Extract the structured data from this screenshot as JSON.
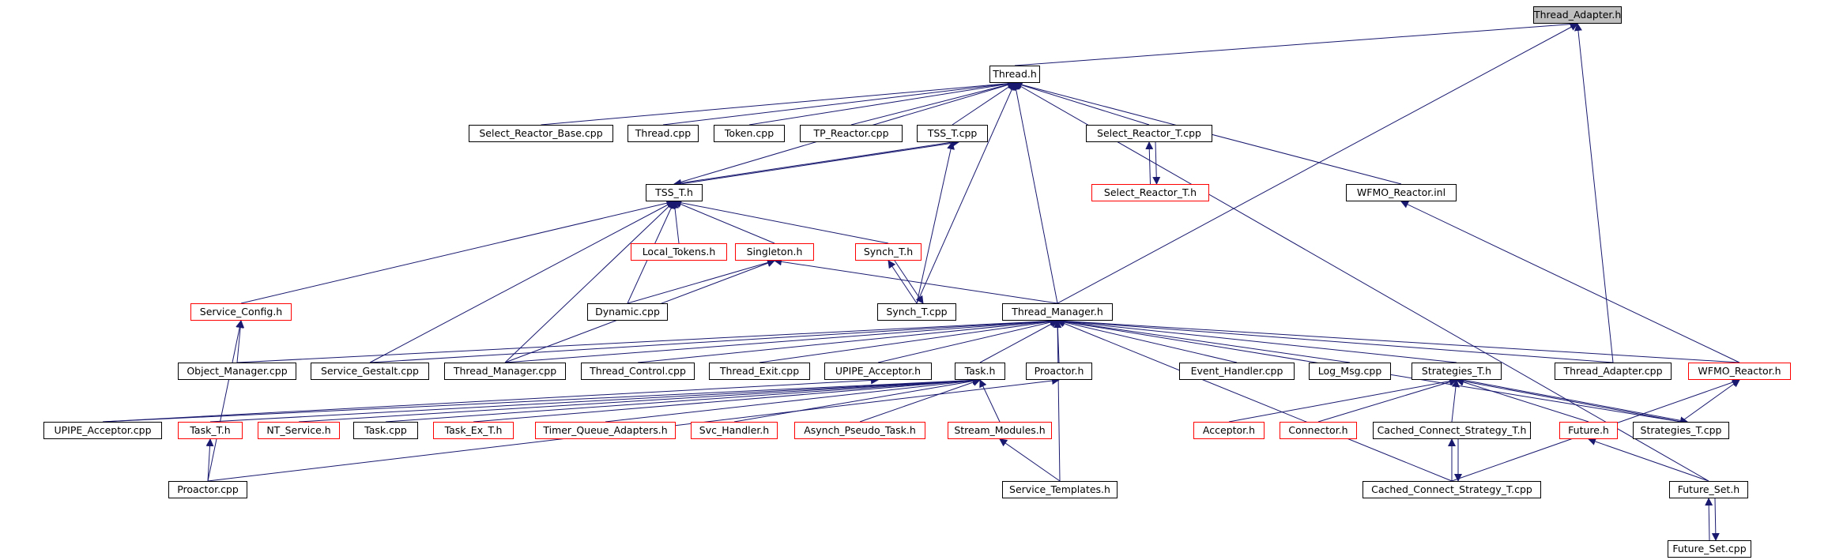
{
  "graph": {
    "edge_color": "#191970",
    "partial_border_color": "#ff0000",
    "focus_fill": "#bfbfbf",
    "nodes": {
      "thread_adapter_h": {
        "label": "Thread_Adapter.h",
        "style": "focus"
      },
      "thread_h": {
        "label": "Thread.h",
        "style": "normal"
      },
      "select_reactor_base_cpp": {
        "label": "Select_Reactor_Base.cpp",
        "style": "normal"
      },
      "thread_cpp": {
        "label": "Thread.cpp",
        "style": "normal"
      },
      "token_cpp": {
        "label": "Token.cpp",
        "style": "normal"
      },
      "tp_reactor_cpp": {
        "label": "TP_Reactor.cpp",
        "style": "normal"
      },
      "tss_t_cpp": {
        "label": "TSS_T.cpp",
        "style": "normal"
      },
      "select_reactor_t_cpp": {
        "label": "Select_Reactor_T.cpp",
        "style": "normal"
      },
      "select_reactor_t_h": {
        "label": "Select_Reactor_T.h",
        "style": "partial"
      },
      "wfmo_reactor_inl": {
        "label": "WFMO_Reactor.inl",
        "style": "normal"
      },
      "tss_t_h": {
        "label": "TSS_T.h",
        "style": "normal"
      },
      "local_tokens_h": {
        "label": "Local_Tokens.h",
        "style": "partial"
      },
      "singleton_h": {
        "label": "Singleton.h",
        "style": "partial"
      },
      "synch_t_h": {
        "label": "Synch_T.h",
        "style": "partial"
      },
      "service_config_h": {
        "label": "Service_Config.h",
        "style": "partial"
      },
      "dynamic_cpp": {
        "label": "Dynamic.cpp",
        "style": "normal"
      },
      "synch_t_cpp": {
        "label": "Synch_T.cpp",
        "style": "normal"
      },
      "thread_manager_h": {
        "label": "Thread_Manager.h",
        "style": "normal"
      },
      "object_manager_cpp": {
        "label": "Object_Manager.cpp",
        "style": "normal"
      },
      "service_gestalt_cpp": {
        "label": "Service_Gestalt.cpp",
        "style": "normal"
      },
      "thread_manager_cpp": {
        "label": "Thread_Manager.cpp",
        "style": "normal"
      },
      "thread_control_cpp": {
        "label": "Thread_Control.cpp",
        "style": "normal"
      },
      "thread_exit_cpp": {
        "label": "Thread_Exit.cpp",
        "style": "normal"
      },
      "upipe_acceptor_h": {
        "label": "UPIPE_Acceptor.h",
        "style": "normal"
      },
      "task_h": {
        "label": "Task.h",
        "style": "normal"
      },
      "proactor_h": {
        "label": "Proactor.h",
        "style": "normal"
      },
      "event_handler_cpp": {
        "label": "Event_Handler.cpp",
        "style": "normal"
      },
      "log_msg_cpp": {
        "label": "Log_Msg.cpp",
        "style": "normal"
      },
      "strategies_t_h": {
        "label": "Strategies_T.h",
        "style": "normal"
      },
      "thread_adapter_cpp": {
        "label": "Thread_Adapter.cpp",
        "style": "normal"
      },
      "wfmo_reactor_h": {
        "label": "WFMO_Reactor.h",
        "style": "partial"
      },
      "upipe_acceptor_cpp": {
        "label": "UPIPE_Acceptor.cpp",
        "style": "normal"
      },
      "task_t_h": {
        "label": "Task_T.h",
        "style": "partial"
      },
      "nt_service_h": {
        "label": "NT_Service.h",
        "style": "partial"
      },
      "task_cpp": {
        "label": "Task.cpp",
        "style": "normal"
      },
      "task_ex_t_h": {
        "label": "Task_Ex_T.h",
        "style": "partial"
      },
      "timer_queue_adapters_h": {
        "label": "Timer_Queue_Adapters.h",
        "style": "partial"
      },
      "svc_handler_h": {
        "label": "Svc_Handler.h",
        "style": "partial"
      },
      "asynch_pseudo_task_h": {
        "label": "Asynch_Pseudo_Task.h",
        "style": "partial"
      },
      "stream_modules_h": {
        "label": "Stream_Modules.h",
        "style": "partial"
      },
      "acceptor_h": {
        "label": "Acceptor.h",
        "style": "partial"
      },
      "connector_h": {
        "label": "Connector.h",
        "style": "partial"
      },
      "cached_connect_strategy_t_h": {
        "label": "Cached_Connect_Strategy_T.h",
        "style": "normal"
      },
      "future_h": {
        "label": "Future.h",
        "style": "partial"
      },
      "strategies_t_cpp": {
        "label": "Strategies_T.cpp",
        "style": "normal"
      },
      "proactor_cpp": {
        "label": "Proactor.cpp",
        "style": "normal"
      },
      "service_templates_h": {
        "label": "Service_Templates.h",
        "style": "normal"
      },
      "cached_connect_strategy_t_cpp": {
        "label": "Cached_Connect_Strategy_T.cpp",
        "style": "normal"
      },
      "future_set_h": {
        "label": "Future_Set.h",
        "style": "normal"
      },
      "future_set_cpp": {
        "label": "Future_Set.cpp",
        "style": "normal"
      }
    },
    "edges": [
      {
        "from": "thread_h",
        "to": "thread_adapter_h"
      },
      {
        "from": "thread_manager_h",
        "to": "thread_adapter_h"
      },
      {
        "from": "thread_adapter_cpp",
        "to": "thread_adapter_h"
      },
      {
        "from": "select_reactor_base_cpp",
        "to": "thread_h"
      },
      {
        "from": "thread_cpp",
        "to": "thread_h"
      },
      {
        "from": "token_cpp",
        "to": "thread_h"
      },
      {
        "from": "tp_reactor_cpp",
        "to": "thread_h"
      },
      {
        "from": "tss_t_cpp",
        "to": "thread_h"
      },
      {
        "from": "tss_t_h",
        "to": "thread_h"
      },
      {
        "from": "synch_t_cpp",
        "to": "thread_h"
      },
      {
        "from": "thread_manager_h",
        "to": "thread_h"
      },
      {
        "from": "select_reactor_t_cpp",
        "to": "thread_h"
      },
      {
        "from": "wfmo_reactor_inl",
        "to": "thread_h"
      },
      {
        "from": "future_set_h",
        "to": "thread_h"
      },
      {
        "from": "select_reactor_t_h",
        "to": "select_reactor_t_cpp"
      },
      {
        "from": "select_reactor_t_cpp",
        "to": "select_reactor_t_h"
      },
      {
        "from": "tss_t_cpp",
        "to": "tss_t_h"
      },
      {
        "from": "tss_t_h",
        "to": "tss_t_cpp"
      },
      {
        "from": "synch_t_cpp",
        "to": "tss_t_cpp"
      },
      {
        "from": "local_tokens_h",
        "to": "tss_t_h"
      },
      {
        "from": "singleton_h",
        "to": "tss_t_h"
      },
      {
        "from": "synch_t_h",
        "to": "tss_t_h"
      },
      {
        "from": "service_config_h",
        "to": "tss_t_h"
      },
      {
        "from": "dynamic_cpp",
        "to": "tss_t_h"
      },
      {
        "from": "service_gestalt_cpp",
        "to": "tss_t_h"
      },
      {
        "from": "thread_manager_cpp",
        "to": "tss_t_h"
      },
      {
        "from": "dynamic_cpp",
        "to": "singleton_h"
      },
      {
        "from": "thread_manager_cpp",
        "to": "singleton_h"
      },
      {
        "from": "thread_manager_h",
        "to": "singleton_h"
      },
      {
        "from": "synch_t_cpp",
        "to": "synch_t_h"
      },
      {
        "from": "synch_t_h",
        "to": "synch_t_cpp"
      },
      {
        "from": "object_manager_cpp",
        "to": "service_config_h"
      },
      {
        "from": "proactor_cpp",
        "to": "service_config_h"
      },
      {
        "from": "object_manager_cpp",
        "to": "thread_manager_h"
      },
      {
        "from": "service_gestalt_cpp",
        "to": "thread_manager_h"
      },
      {
        "from": "thread_manager_cpp",
        "to": "thread_manager_h"
      },
      {
        "from": "thread_control_cpp",
        "to": "thread_manager_h"
      },
      {
        "from": "thread_exit_cpp",
        "to": "thread_manager_h"
      },
      {
        "from": "upipe_acceptor_h",
        "to": "thread_manager_h"
      },
      {
        "from": "task_h",
        "to": "thread_manager_h"
      },
      {
        "from": "proactor_h",
        "to": "thread_manager_h"
      },
      {
        "from": "service_templates_h",
        "to": "thread_manager_h"
      },
      {
        "from": "event_handler_cpp",
        "to": "thread_manager_h"
      },
      {
        "from": "log_msg_cpp",
        "to": "thread_manager_h"
      },
      {
        "from": "strategies_t_h",
        "to": "thread_manager_h"
      },
      {
        "from": "strategies_t_cpp",
        "to": "thread_manager_h"
      },
      {
        "from": "thread_adapter_cpp",
        "to": "thread_manager_h"
      },
      {
        "from": "cached_connect_strategy_t_cpp",
        "to": "thread_manager_h"
      },
      {
        "from": "wfmo_reactor_h",
        "to": "thread_manager_h"
      },
      {
        "from": "wfmo_reactor_h",
        "to": "wfmo_reactor_inl"
      },
      {
        "from": "upipe_acceptor_cpp",
        "to": "upipe_acceptor_h"
      },
      {
        "from": "upipe_acceptor_cpp",
        "to": "task_h"
      },
      {
        "from": "task_t_h",
        "to": "task_h"
      },
      {
        "from": "nt_service_h",
        "to": "task_h"
      },
      {
        "from": "task_cpp",
        "to": "task_h"
      },
      {
        "from": "task_ex_t_h",
        "to": "task_h"
      },
      {
        "from": "timer_queue_adapters_h",
        "to": "task_h"
      },
      {
        "from": "svc_handler_h",
        "to": "task_h"
      },
      {
        "from": "asynch_pseudo_task_h",
        "to": "task_h"
      },
      {
        "from": "stream_modules_h",
        "to": "task_h"
      },
      {
        "from": "proactor_cpp",
        "to": "task_t_h"
      },
      {
        "from": "service_templates_h",
        "to": "stream_modules_h"
      },
      {
        "from": "proactor_cpp",
        "to": "proactor_h"
      },
      {
        "from": "acceptor_h",
        "to": "strategies_t_h"
      },
      {
        "from": "connector_h",
        "to": "strategies_t_h"
      },
      {
        "from": "cached_connect_strategy_t_h",
        "to": "strategies_t_h"
      },
      {
        "from": "future_h",
        "to": "strategies_t_h"
      },
      {
        "from": "strategies_t_cpp",
        "to": "strategies_t_h"
      },
      {
        "from": "strategies_t_h",
        "to": "strategies_t_cpp"
      },
      {
        "from": "cached_connect_strategy_t_cpp",
        "to": "cached_connect_strategy_t_h"
      },
      {
        "from": "cached_connect_strategy_t_h",
        "to": "cached_connect_strategy_t_cpp"
      },
      {
        "from": "strategies_t_cpp",
        "to": "wfmo_reactor_h"
      },
      {
        "from": "cached_connect_strategy_t_cpp",
        "to": "wfmo_reactor_h"
      },
      {
        "from": "future_set_h",
        "to": "future_h"
      },
      {
        "from": "future_set_cpp",
        "to": "future_set_h"
      },
      {
        "from": "future_set_h",
        "to": "future_set_cpp"
      }
    ]
  }
}
